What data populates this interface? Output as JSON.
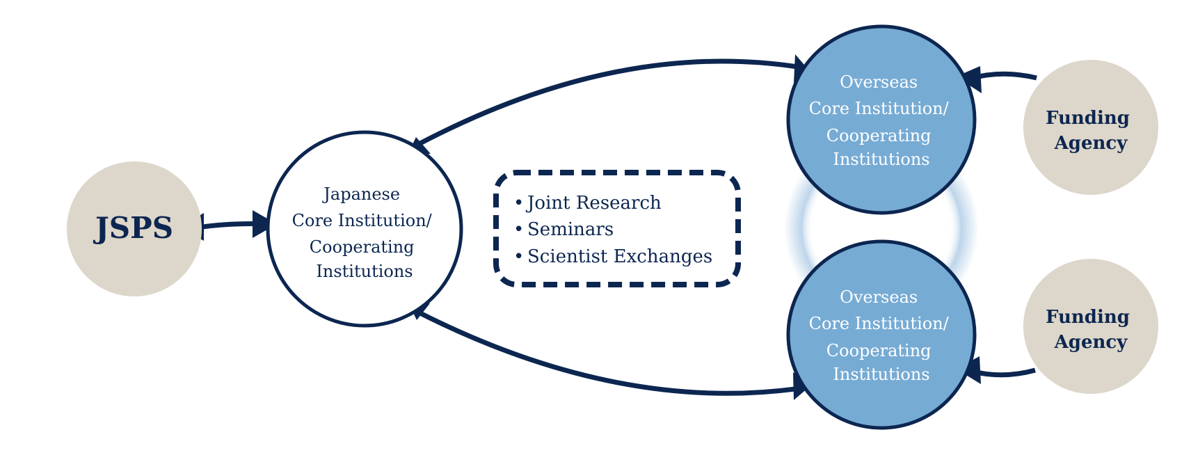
{
  "colors": {
    "navy": "#0c2650",
    "beige": "#ddd6ca",
    "blue": "#76abd4",
    "halo": "#bdd5ea",
    "white": "#ffffff"
  },
  "nodes": {
    "jsps": {
      "label": "JSPS"
    },
    "japanese": {
      "lines": [
        "Japanese",
        "Core Institution/",
        "Cooperating",
        "Institutions"
      ]
    },
    "overseas_top": {
      "lines": [
        "Overseas",
        "Core Institution/",
        "Cooperating",
        "Institutions"
      ]
    },
    "overseas_bottom": {
      "lines": [
        "Overseas",
        "Core Institution/",
        "Cooperating",
        "Institutions"
      ]
    },
    "funding_top": {
      "lines": [
        "Funding",
        "Agency"
      ]
    },
    "funding_bottom": {
      "lines": [
        "Funding",
        "Agency"
      ]
    }
  },
  "activities": {
    "items": [
      "Joint Research",
      "Seminars",
      "Scientist Exchanges"
    ]
  }
}
